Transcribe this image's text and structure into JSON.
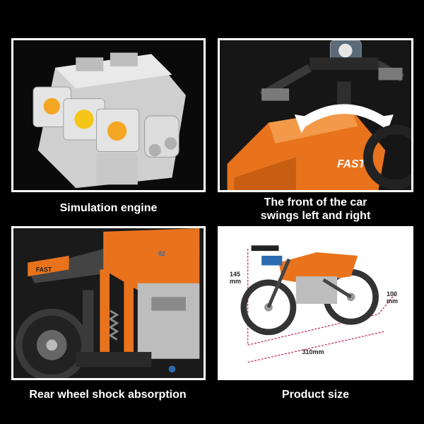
{
  "panels": [
    {
      "caption": "Simulation engine"
    },
    {
      "caption_line1": "The front of the car",
      "caption_line2": "swings left and right"
    },
    {
      "caption": "Rear wheel shock absorption"
    },
    {
      "caption": "Product size"
    }
  ],
  "dimensions": {
    "height_value": "145",
    "height_unit": "mm",
    "depth_value": "100",
    "depth_unit": "mm",
    "width_label": "310mm"
  },
  "decals": {
    "fast": "FAST",
    "number": "02"
  },
  "colors": {
    "border": "#ffffff",
    "background": "#000000",
    "brick_orange": "#e8731c",
    "brick_grey": "#d8d8d8",
    "dim_line": "#c2185b",
    "led_yellow": "#f5c518"
  }
}
